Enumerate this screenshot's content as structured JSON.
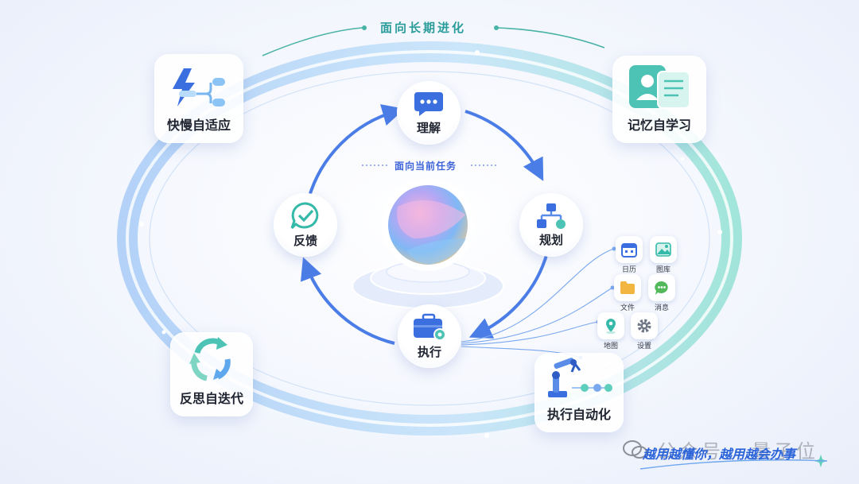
{
  "outer_title": "面向长期进化",
  "inner_title": "面向当前任务",
  "corner_cards": [
    {
      "label": "快慢自适应",
      "icon": "lightning-switch-icon"
    },
    {
      "label": "记忆自学习",
      "icon": "memory-profile-icon"
    },
    {
      "label": "反思自迭代",
      "icon": "cycle-arrows-icon"
    },
    {
      "label": "执行自动化",
      "icon": "robot-arm-icon"
    }
  ],
  "cycle_nodes": [
    {
      "label": "理解",
      "icon": "chat-bubble-icon"
    },
    {
      "label": "规划",
      "icon": "flowchart-icon"
    },
    {
      "label": "执行",
      "icon": "toolbox-gear-icon"
    },
    {
      "label": "反馈",
      "icon": "check-bubble-icon"
    }
  ],
  "apps": [
    {
      "label": "日历",
      "icon": "calendar-icon"
    },
    {
      "label": "图库",
      "icon": "gallery-icon"
    },
    {
      "label": "文件",
      "icon": "folder-icon"
    },
    {
      "label": "消息",
      "icon": "message-icon"
    },
    {
      "label": "地图",
      "icon": "map-pin-icon"
    },
    {
      "label": "设置",
      "icon": "settings-icon"
    }
  ],
  "slogan": "越用越懂你，越用越会办事",
  "watermark": "公众号 · 量子位",
  "colors": {
    "accent_blue": "#3b6fe0",
    "accent_teal": "#35b9a8",
    "title_teal": "#2a9c9a"
  }
}
